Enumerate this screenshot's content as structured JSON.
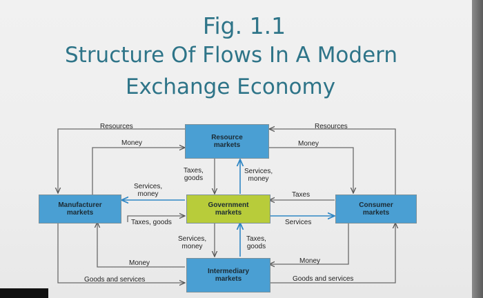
{
  "title": {
    "fig": "Fig. 1.1",
    "line1": "Structure Of Flows In A Modern",
    "line2": "Exchange Economy"
  },
  "nodes": {
    "resource": {
      "line1": "Resource",
      "line2": "markets"
    },
    "government": {
      "line1": "Government",
      "line2": "markets"
    },
    "manufacturer": {
      "line1": "Manufacturer",
      "line2": "markets"
    },
    "consumer": {
      "line1": "Consumer",
      "line2": "markets"
    },
    "intermediary": {
      "line1": "Intermediary",
      "line2": "markets"
    }
  },
  "flows": {
    "resources_left": "Resources",
    "resources_right": "Resources",
    "money_top_left": "Money",
    "money_top_right": "Money",
    "taxes_goods_top": {
      "line1": "Taxes,",
      "line2": "goods"
    },
    "services_money_top": {
      "line1": "Services,",
      "line2": "money"
    },
    "services_money_left": {
      "line1": "Services,",
      "line2": "money"
    },
    "taxes_right": "Taxes",
    "taxes_goods_left": "Taxes, goods",
    "services_right": "Services",
    "services_money_bottom": {
      "line1": "Services,",
      "line2": "money"
    },
    "taxes_goods_bottom": {
      "line1": "Taxes,",
      "line2": "goods"
    },
    "money_bottom_left": "Money",
    "money_bottom_right": "Money",
    "goods_services_left": "Goods and services",
    "goods_services_right": "Goods and services"
  }
}
